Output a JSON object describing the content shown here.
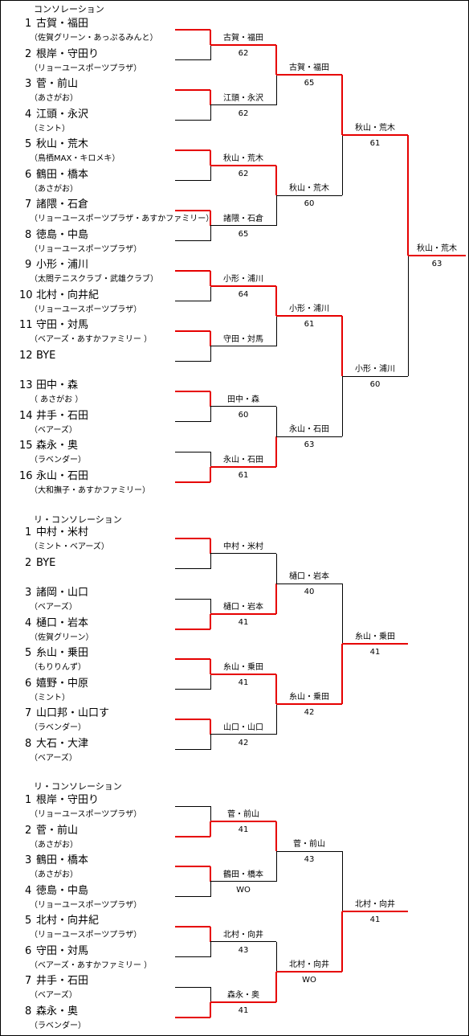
{
  "colors": {
    "win_line": "#e60000",
    "lose_line": "#000000",
    "text": "#000000"
  },
  "sections": [
    {
      "title": "コンソレーション",
      "players": [
        {
          "num": "1",
          "name": "古賀・福田",
          "club": "（佐賀グリーン・あっぷるみんと）"
        },
        {
          "num": "2",
          "name": "根岸・守田り",
          "club": "（リョーユースポーツプラザ）"
        },
        {
          "num": "3",
          "name": "菅・前山",
          "club": "（あさがお）"
        },
        {
          "num": "4",
          "name": "江頭・永沢",
          "club": "（ミント）"
        },
        {
          "num": "5",
          "name": "秋山・荒木",
          "club": "（鳥栖MAX・キロメキ）"
        },
        {
          "num": "6",
          "name": "鶴田・橋本",
          "club": "（あさがお）"
        },
        {
          "num": "7",
          "name": "諸隈・石倉",
          "club": "（リョーユースポーツプラザ・あすかファミリー）"
        },
        {
          "num": "8",
          "name": "徳島・中島",
          "club": "（リョーユースポーツプラザ）"
        },
        {
          "num": "9",
          "name": "小形・浦川",
          "club": "（太閤テニスクラブ・武雄クラブ）"
        },
        {
          "num": "10",
          "name": "北村・向井紀",
          "club": "（リョーユースポーツプラザ）"
        },
        {
          "num": "11",
          "name": "守田・対馬",
          "club": "（ベアーズ・あすかファミリー ）"
        },
        {
          "num": "12",
          "name": "BYE",
          "club": ""
        },
        {
          "num": "13",
          "name": "田中・森",
          "club": "（ あさがお ）"
        },
        {
          "num": "14",
          "name": "井手・石田",
          "club": "（ベアーズ）"
        },
        {
          "num": "15",
          "name": "森永・奥",
          "club": "（ラベンダー）"
        },
        {
          "num": "16",
          "name": "永山・石田",
          "club": "（大和撫子・あすかファミリー）"
        }
      ],
      "results": [
        [
          {
            "name": "古賀・福田",
            "score": "62"
          },
          {
            "name": "江頭・永沢",
            "score": "62"
          },
          {
            "name": "秋山・荒木",
            "score": "62"
          },
          {
            "name": "諸隈・石倉",
            "score": "65"
          },
          {
            "name": "小形・浦川",
            "score": "64"
          },
          {
            "name": "守田・対馬",
            "score": ""
          },
          {
            "name": "田中・森",
            "score": "60"
          },
          {
            "name": "永山・石田",
            "score": "61"
          }
        ],
        [
          {
            "name": "古賀・福田",
            "score": "65"
          },
          {
            "name": "秋山・荒木",
            "score": "60"
          },
          {
            "name": "小形・浦川",
            "score": "61"
          },
          {
            "name": "永山・石田",
            "score": "63"
          }
        ],
        [
          {
            "name": "秋山・荒木",
            "score": "61"
          },
          {
            "name": "小形・浦川",
            "score": "60"
          }
        ],
        [
          {
            "name": "秋山・荒木",
            "score": "63"
          }
        ]
      ]
    },
    {
      "title": "リ・コンソレーション",
      "players": [
        {
          "num": "1",
          "name": "中村・米村",
          "club": "（ミント・ベアーズ）"
        },
        {
          "num": "2",
          "name": "BYE",
          "club": ""
        },
        {
          "num": "3",
          "name": "諸岡・山口",
          "club": "（ベアーズ）"
        },
        {
          "num": "4",
          "name": "樋口・岩本",
          "club": "（佐賀グリーン）"
        },
        {
          "num": "5",
          "name": "糸山・乗田",
          "club": "（もりりんず）"
        },
        {
          "num": "6",
          "name": "嬉野・中原",
          "club": "（ミント）"
        },
        {
          "num": "7",
          "name": "山口邦・山口す",
          "club": "（ラベンダー）"
        },
        {
          "num": "8",
          "name": "大石・大津",
          "club": "（ベアーズ）"
        }
      ],
      "results": [
        [
          {
            "name": "中村・米村",
            "score": ""
          },
          {
            "name": "樋口・岩本",
            "score": "41"
          },
          {
            "name": "糸山・乗田",
            "score": "41"
          },
          {
            "name": "山口・山口",
            "score": "42"
          }
        ],
        [
          {
            "name": "樋口・岩本",
            "score": "40"
          },
          {
            "name": "糸山・乗田",
            "score": "42"
          }
        ],
        [
          {
            "name": "糸山・乗田",
            "score": "41"
          }
        ]
      ]
    },
    {
      "title": "リ・コンソレーション",
      "players": [
        {
          "num": "1",
          "name": "根岸・守田り",
          "club": "（リョーユースポーツプラザ）"
        },
        {
          "num": "2",
          "name": "菅・前山",
          "club": "（あさがお）"
        },
        {
          "num": "3",
          "name": "鶴田・橋本",
          "club": "（あさがお）"
        },
        {
          "num": "4",
          "name": "徳島・中島",
          "club": "（リョーユースポーツプラザ）"
        },
        {
          "num": "5",
          "name": "北村・向井紀",
          "club": "（リョーユースポーツプラザ）"
        },
        {
          "num": "6",
          "name": "守田・対馬",
          "club": "（ベアーズ・あすかファミリー ）"
        },
        {
          "num": "7",
          "name": "井手・石田",
          "club": "（ベアーズ）"
        },
        {
          "num": "8",
          "name": "森永・奥",
          "club": "（ラベンダー）"
        }
      ],
      "results": [
        [
          {
            "name": "菅・前山",
            "score": "41"
          },
          {
            "name": "鶴田・橋本",
            "score": "WO"
          },
          {
            "name": "北村・向井",
            "score": "43"
          },
          {
            "name": "森永・奥",
            "score": "41"
          }
        ],
        [
          {
            "name": "菅・前山",
            "score": "43"
          },
          {
            "name": "北村・向井",
            "score": "WO"
          }
        ],
        [
          {
            "name": "北村・向井",
            "score": "41"
          }
        ]
      ]
    }
  ],
  "winner_side": [
    [
      [
        "top",
        "top",
        "top",
        "top",
        "top",
        "top",
        "top",
        "bottom"
      ],
      [
        "top",
        "top",
        "top",
        "bottom"
      ],
      [
        "top",
        "top"
      ],
      [
        "top"
      ]
    ],
    [
      [
        "top",
        "bottom",
        "top",
        "top"
      ],
      [
        "bottom",
        "top"
      ],
      [
        "bottom"
      ]
    ],
    [
      [
        "bottom",
        "top",
        "top",
        "bottom"
      ],
      [
        "top",
        "bottom"
      ],
      [
        "bottom"
      ]
    ]
  ]
}
